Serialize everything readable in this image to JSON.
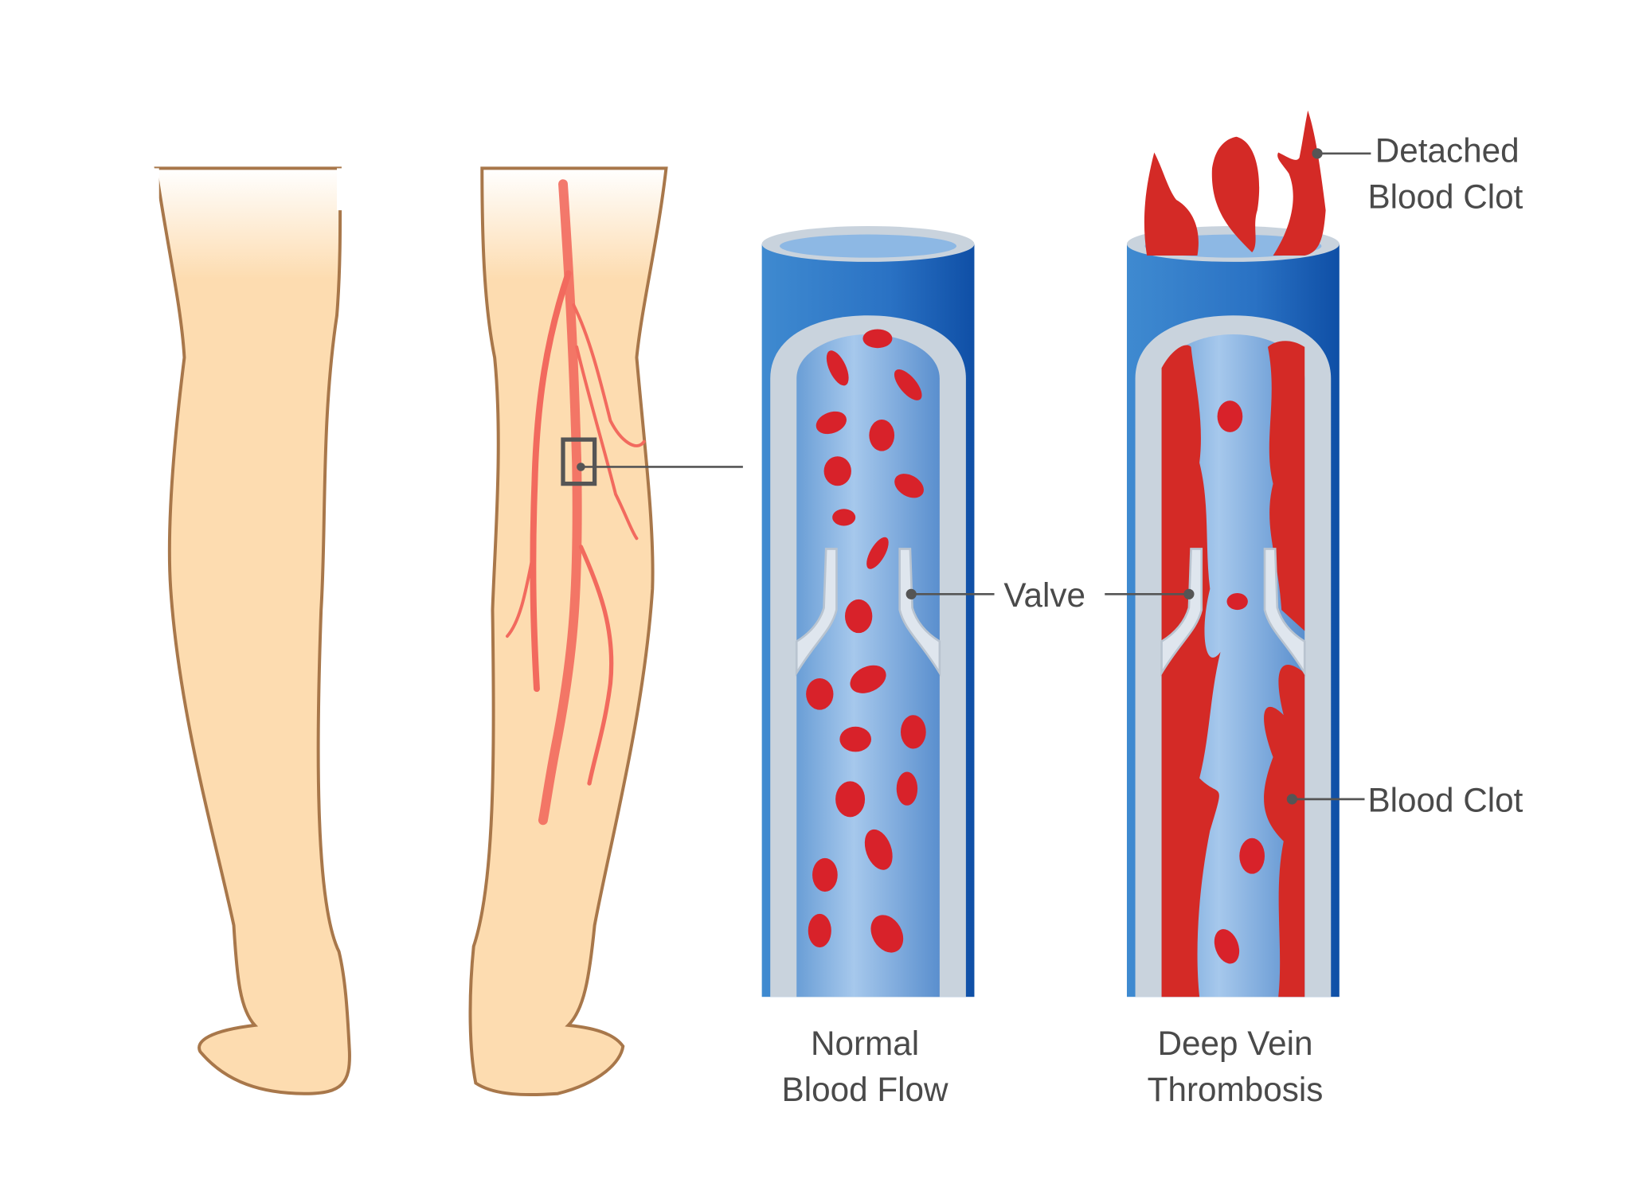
{
  "labels": {
    "detached_line1": "Detached",
    "detached_line2": "Blood Clot",
    "valve": "Valve",
    "blood_clot": "Blood Clot",
    "normal_line1": "Normal",
    "normal_line2": "Blood Flow",
    "dvt_line1": "Deep Vein",
    "dvt_line2": "Thrombosis"
  },
  "colors": {
    "skin": "#fddcb0",
    "skin_outline": "#a8774a",
    "vein_outer": "#1f6fc0",
    "vein_lumen": "#8db8e4",
    "vein_wall": "#c9d3dd",
    "blood_cell": "#d8222a",
    "clot": "#d42a26",
    "leader_line": "#555555"
  }
}
